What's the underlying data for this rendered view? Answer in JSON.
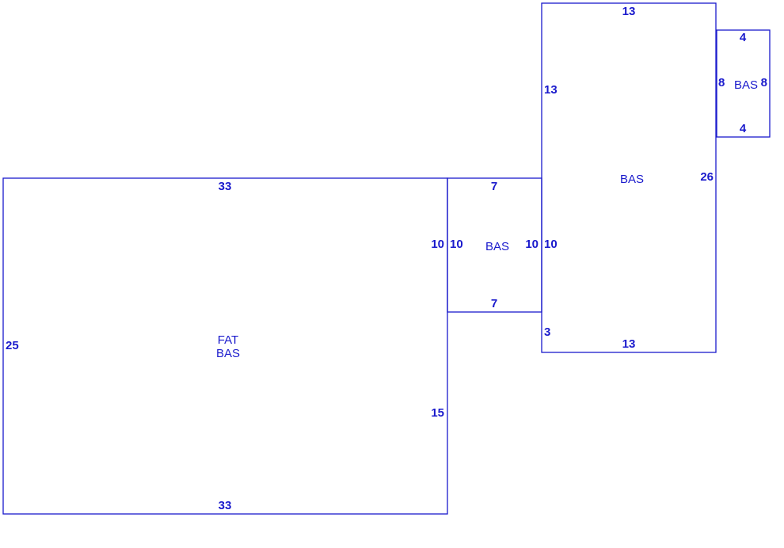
{
  "colors": {
    "stroke": "#1a1acc",
    "background": "#ffffff"
  },
  "sketch": {
    "areas": [
      {
        "id": "main",
        "labels": [
          "FAT",
          "BAS"
        ],
        "dimensions": {
          "top": "33",
          "bottom": "33",
          "left": "25",
          "right_upper": "10",
          "right_lower": "15"
        }
      },
      {
        "id": "connector",
        "labels": [
          "BAS"
        ],
        "dimensions": {
          "top": "7",
          "bottom": "7",
          "left": "10",
          "right": "10"
        }
      },
      {
        "id": "tall",
        "labels": [
          "BAS"
        ],
        "dimensions": {
          "top": "13",
          "bottom": "13",
          "left_upper": "13",
          "left_middle": "10",
          "left_lower": "3",
          "right": "26"
        }
      },
      {
        "id": "small",
        "labels": [
          "BAS"
        ],
        "dimensions": {
          "top": "4",
          "bottom": "4",
          "left": "8",
          "right": "8"
        }
      }
    ]
  }
}
